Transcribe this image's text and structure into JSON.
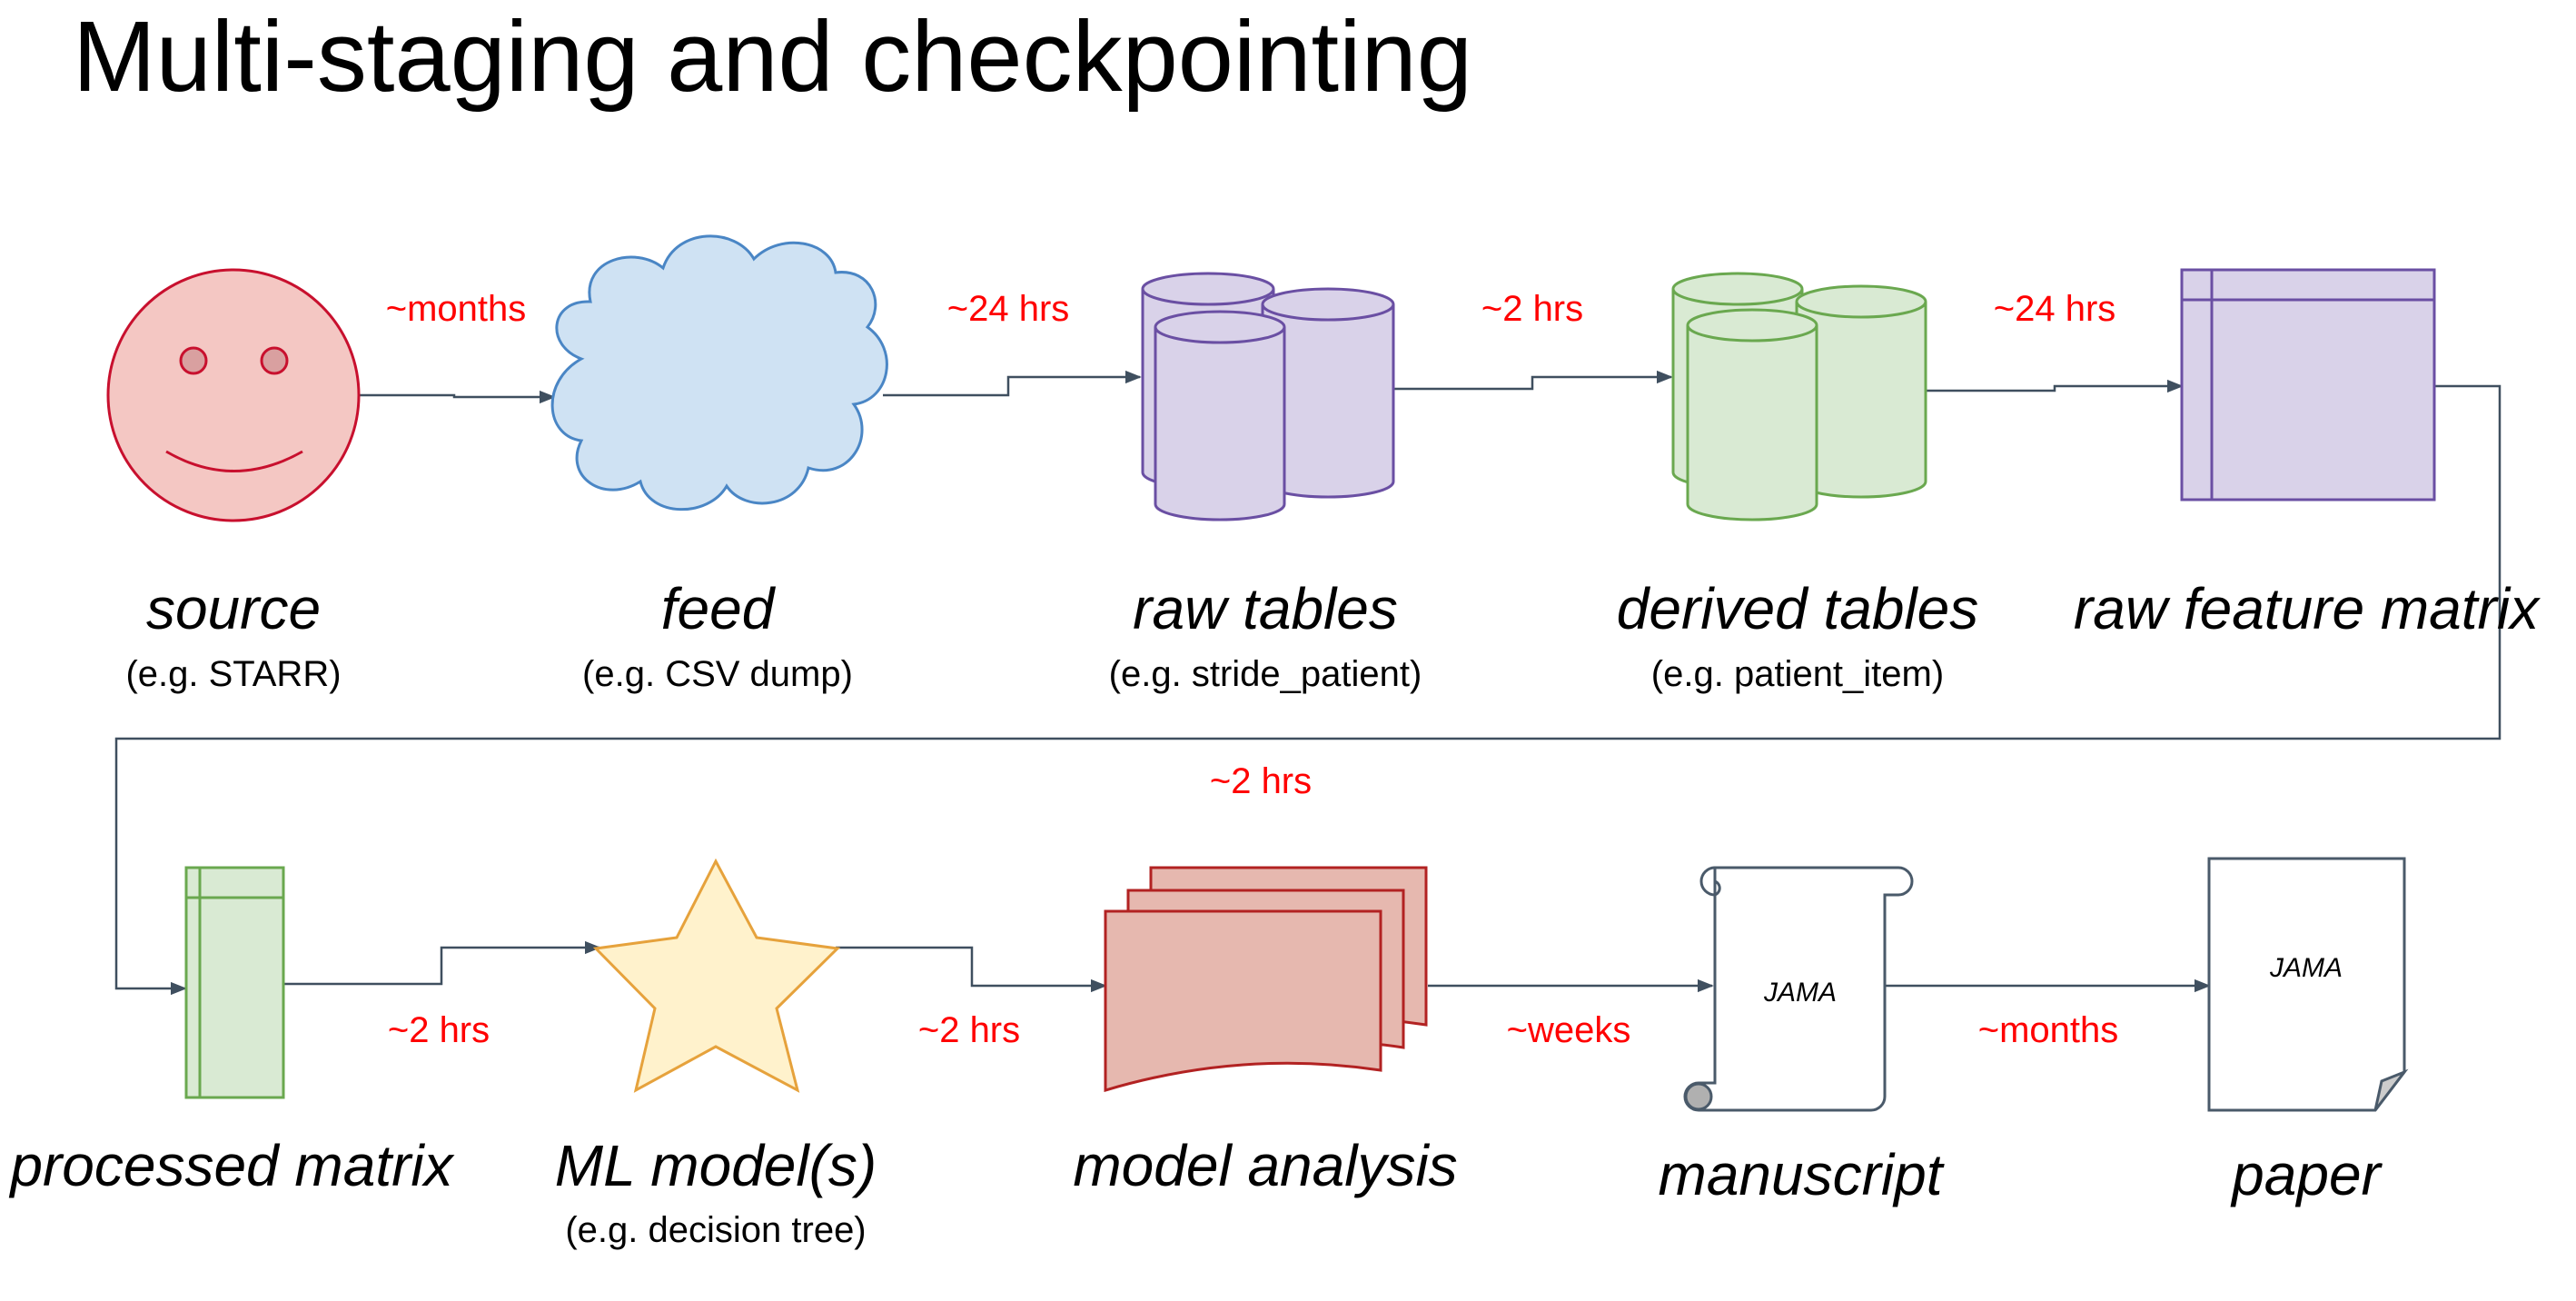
{
  "title": "Multi-staging and checkpointing",
  "stages": [
    {
      "label": "source",
      "sub": "(e.g. STARR)"
    },
    {
      "label": "feed",
      "sub": "(e.g. CSV dump)"
    },
    {
      "label": "raw tables",
      "sub": "(e.g. stride_patient)"
    },
    {
      "label": "derived tables",
      "sub": "(e.g. patient_item)"
    },
    {
      "label": "raw feature matrix",
      "sub": ""
    },
    {
      "label": "processed matrix",
      "sub": ""
    },
    {
      "label": "ML model(s)",
      "sub": "(e.g. decision tree)"
    },
    {
      "label": "model analysis",
      "sub": ""
    },
    {
      "label": "manuscript",
      "sub": ""
    },
    {
      "label": "paper",
      "sub": ""
    }
  ],
  "durations": [
    "~months",
    "~24 hrs",
    "~2 hrs",
    "~24 hrs",
    "~2 hrs",
    "~2 hrs",
    "~2 hrs",
    "~weeks",
    "~months"
  ],
  "journal": "JAMA",
  "colors": {
    "source_fill": "#f4c7c3",
    "source_stroke": "#c8102e",
    "feed_fill": "#cfe2f3",
    "feed_stroke": "#4a86c5",
    "raw_fill": "#d9d2e9",
    "raw_stroke": "#6a4fa3",
    "derived_fill": "#d9ead3",
    "derived_stroke": "#6aa84f",
    "star_fill": "#fff2cc",
    "star_stroke": "#e6a23c",
    "analysis_fill": "#e6b8af",
    "analysis_stroke": "#b22222",
    "duration_text": "#ff0000",
    "connector": "#3f4f5f"
  },
  "icons": {
    "source": "smiley-face-icon",
    "feed": "cloud-icon",
    "raw_tables": "database-cylinders-icon",
    "derived_tables": "database-cylinders-icon",
    "raw_feature_matrix": "matrix-icon",
    "processed_matrix": "matrix-icon",
    "ml_model": "star-icon",
    "model_analysis": "multi-document-icon",
    "manuscript": "scroll-icon",
    "paper": "paper-note-icon"
  }
}
